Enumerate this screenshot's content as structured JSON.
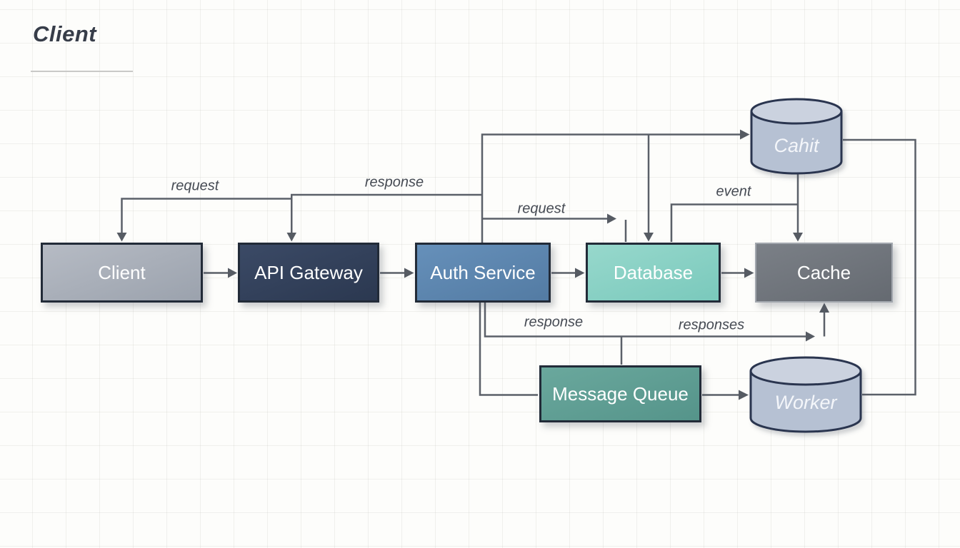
{
  "title": {
    "text": "Client"
  },
  "nodes": {
    "client": {
      "label": "Client",
      "fill": "#a9aeb9",
      "shape": "rect"
    },
    "api_gateway": {
      "label": "API Gateway",
      "fill": "#32405b",
      "shape": "rect"
    },
    "auth_service": {
      "label": "Auth Service",
      "fill": "#5d87b0",
      "shape": "rect"
    },
    "database": {
      "label": "Database",
      "fill": "#8ad0c4",
      "shape": "rect"
    },
    "cache": {
      "label": "Cache",
      "fill": "#70757c",
      "shape": "rect"
    },
    "message_queue": {
      "label": "Message Queue",
      "fill": "#61a096",
      "shape": "rect"
    },
    "cahit": {
      "label": "Cahit",
      "fill": "#b7c2d4",
      "shape": "cylinder"
    },
    "worker": {
      "label": "Worker",
      "fill": "#b7c2d4",
      "shape": "cylinder"
    }
  },
  "edge_labels": {
    "request_top": "request",
    "response_top": "response",
    "request_mid": "request",
    "event": "event",
    "response_bottom": "response",
    "responses": "responses"
  },
  "edges": [
    {
      "from": "Client",
      "to": "API Gateway"
    },
    {
      "from": "API Gateway",
      "to": "Auth Service"
    },
    {
      "from": "Auth Service",
      "to": "Database"
    },
    {
      "from": "Database",
      "to": "Cache"
    },
    {
      "from": "API Gateway",
      "to": "Client",
      "label": "request"
    },
    {
      "from": "Auth Service",
      "to": "API Gateway",
      "label": "response"
    },
    {
      "from": "Auth Service",
      "to": "Cahit"
    },
    {
      "from": "Auth Service",
      "to": "Database",
      "label": "request"
    },
    {
      "from": "Cahit",
      "to": "Cache"
    },
    {
      "from": "Database",
      "to": "Cache",
      "label": "event"
    },
    {
      "from": "Auth Service",
      "to": "Cache",
      "label": "responses"
    },
    {
      "from": "Auth Service",
      "to": "Message Queue",
      "label": "response"
    },
    {
      "from": "Message Queue",
      "to": "Worker"
    },
    {
      "from": "Cahit",
      "to": "Worker"
    }
  ],
  "colors": {
    "canvas_bg": "#fdfdfb",
    "connector": "#5b6069",
    "node_border": "#222b38",
    "cache_border": "#a2a7ae",
    "cylinder_stroke": "#2b3550",
    "label_text": "#464b54",
    "title_text": "#373d49",
    "node_text": "#ffffff"
  }
}
